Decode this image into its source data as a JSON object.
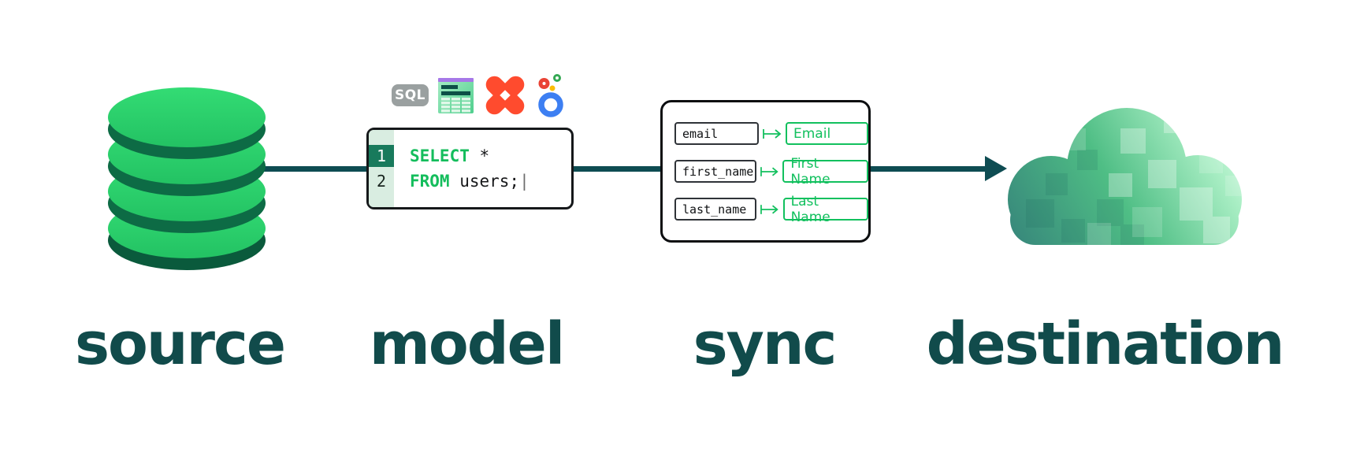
{
  "stages": [
    {
      "id": "source",
      "label": "source"
    },
    {
      "id": "model",
      "label": "model"
    },
    {
      "id": "sync",
      "label": "sync"
    },
    {
      "id": "destination",
      "label": "destination"
    }
  ],
  "model_card": {
    "sql_badge_text": "SQL",
    "icons": [
      "sql-badge",
      "spreadsheet-icon",
      "dbt-icon",
      "looker-icon"
    ],
    "code": {
      "line1": {
        "number": "1",
        "keyword": "SELECT",
        "rest": " *"
      },
      "line2": {
        "number": "2",
        "keyword": "FROM",
        "rest": " users;"
      },
      "caret": "|"
    }
  },
  "sync_card": {
    "mappings": [
      {
        "source": "email",
        "destination": "Email"
      },
      {
        "source": "first_name",
        "destination": "First Name"
      },
      {
        "source": "last_name",
        "destination": "Last Name"
      }
    ]
  },
  "colors": {
    "pipeline_teal": "#0e4c52",
    "label_teal": "#114b4b",
    "accent_green": "#12c05e",
    "code_gutter_green": "#d9ede1",
    "code_gutter_active": "#187a5c",
    "database_green": "#2bd46d",
    "database_side_green": "#0d6b45",
    "dbt_orange": "#ff4b2e",
    "looker_blue": "#3d7ff2",
    "sheet_purple": "#a678e8",
    "sql_badge_gray": "#9aa0a0",
    "cloud_gradient": [
      "#35827a",
      "#4fbe85",
      "#a9eec4",
      "#edfff4"
    ]
  }
}
